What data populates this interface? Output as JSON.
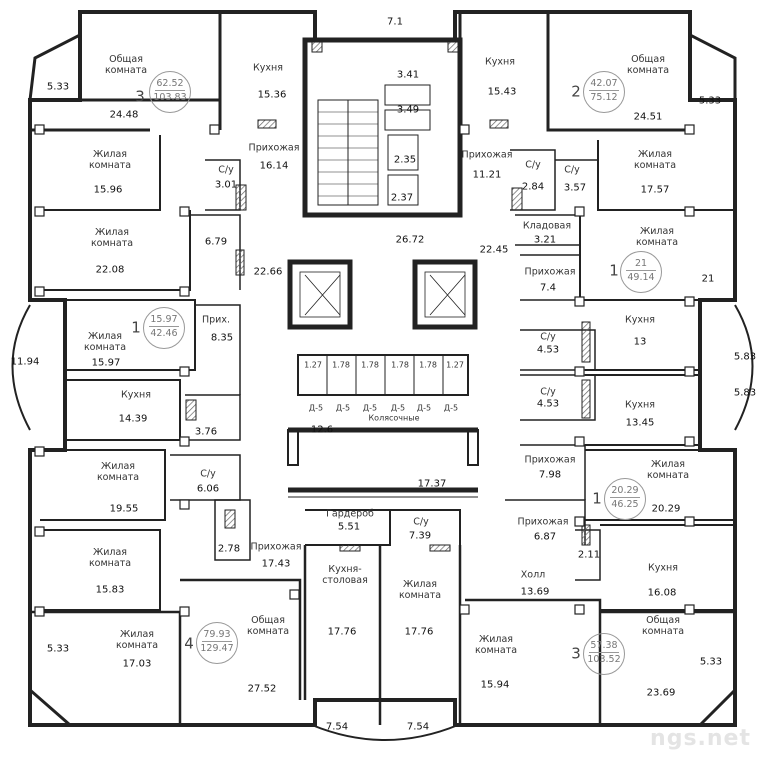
{
  "watermark": "ngs.net",
  "labels": {
    "stair_landing": "7.1",
    "w_3_41": "3.41",
    "w_3_49": "3.49",
    "w_2_35": "2.35",
    "w_2_37": "2.37",
    "hall_26_72": "26.72",
    "hall_22_45": "22.45",
    "hall_22_66": "22.66",
    "hall_12_6": "12.6",
    "hall_17_37": "17.37",
    "a3tl_common": "Общая\nкомната",
    "a3tl_common_area": "24.48",
    "a3tl_kitchen": "Кухня",
    "a3tl_kitchen_area": "15.36",
    "a3tl_balcony": "5.33",
    "a3tl_hall": "Прихожая",
    "a3tl_hall_area": "16.14",
    "a3tl_bath": "С/у",
    "a3tl_bath_area": "3.01",
    "a3tl_bath2_area": "6.79",
    "a3tl_living1": "Жилая\nкомната",
    "a3tl_living1_area": "15.96",
    "a3tl_living2": "Жилая\nкомната",
    "a3tl_living2_area": "22.08",
    "a2tr_kitchen": "Кухня",
    "a2tr_kitchen_area": "15.43",
    "a2tr_common": "Общая\nкомната",
    "a2tr_common_area": "24.51",
    "a2tr_balcony": "5.33",
    "a2tr_hall": "Прихожая",
    "a2tr_hall_area": "11.21",
    "a2tr_bath": "С/у",
    "a2tr_bath_area": "2.84",
    "a2tr_bath2": "С/у",
    "a2tr_bath2_area": "3.57",
    "a2tr_living": "Жилая\nкомната",
    "a2tr_living_area": "17.57",
    "a1r_storage": "Кладовая",
    "a1r_storage_area": "3.21",
    "a1r_living": "Жилая\nкомната",
    "a1r_living_area": "21",
    "a1r_hall": "Прихожая",
    "a1r_hall_area": "7.4",
    "a1r_kitchen": "Кухня",
    "a1r_kitchen_area": "13",
    "a1r_bath": "С/у",
    "a1r_bath_area": "4.53",
    "a1r_balcony": "5.83",
    "a1r_side": "21",
    "a1l_living": "Жилая\nкомната",
    "a1l_living_area": "15.97",
    "a1l_hall": "Прих.",
    "a1l_hall_area": "8.35",
    "a1l_balcony": "11.94",
    "a1l_kitchen": "Кухня",
    "a1l_kitchen_area": "14.39",
    "a1l_bath_area": "3.76",
    "a1r2_bath": "С/у",
    "a1r2_bath_area": "4.53",
    "a1r2_kitchen": "Кухня",
    "a1r2_kitchen_area": "13.45",
    "a1r2_balcony": "5.83",
    "a1r2_hall": "Прихожая",
    "a1r2_hall_area": "7.98",
    "a1r2_living": "Жилая\nкомната",
    "a1r2_living_area": "20.29",
    "a4_living1": "Жилая\nкомната",
    "a4_living1_area": "19.55",
    "a4_bath": "С/у",
    "a4_bath_area": "6.06",
    "a4_bath2_area": "2.78",
    "a4_hall": "Прихожая",
    "a4_hall_area": "17.43",
    "a4_living2": "Жилая\nкомната",
    "a4_living2_area": "15.83",
    "a4_living3": "Жилая\nкомната",
    "a4_living3_area": "17.03",
    "a4_balcony": "5.33",
    "a4_common": "Общая\nкомната",
    "a4_common_area": "27.52",
    "a4_wardrobe": "Гардероб",
    "a4_wardrobe_area": "5.51",
    "a4_kitchen": "Кухня-\nстоловая",
    "a4_kitchen_area": "17.76",
    "a4_loggia1": "7.54",
    "a3b_bath": "С/у",
    "a3b_bath_area": "7.39",
    "a3b_hall": "Прихожая",
    "a3b_hall_area": "6.87",
    "a3b_bath2_area": "2.11",
    "a3b_vestibule": "Холл",
    "a3b_vestibule_area": "13.69",
    "a3b_kitchen": "Кухня",
    "a3b_kitchen_area": "16.08",
    "a3b_living1": "Жилая\nкомната",
    "a3b_living1_area": "17.76",
    "a3b_living2": "Жилая\nкомната",
    "a3b_living2_area": "15.94",
    "a3b_common": "Общая\nкомната",
    "a3b_common_area": "23.69",
    "a3b_balcony": "5.33",
    "a3b_loggia": "7.54",
    "stroller_room": "Колясочные",
    "stroller_1": "1.27",
    "stroller_2": "1.78",
    "stroller_3": "1.78",
    "stroller_4": "1.78",
    "stroller_5": "1.78",
    "stroller_6": "1.27",
    "door_d5_1": "Д-5",
    "door_d5_2": "Д-5",
    "door_d5_3": "Д-5",
    "door_d5_4": "Д-5",
    "door_d5_5": "Д-5",
    "door_d5_6": "Д-5"
  },
  "apartments": [
    {
      "num": "3",
      "living": "62.52",
      "total": "103.83"
    },
    {
      "num": "2",
      "living": "42.07",
      "total": "75.12"
    },
    {
      "num": "1",
      "living": "21",
      "total": "49.14"
    },
    {
      "num": "1",
      "living": "15.97",
      "total": "42.46"
    },
    {
      "num": "1",
      "living": "20.29",
      "total": "46.25"
    },
    {
      "num": "4",
      "living": "79.93",
      "total": "129.47"
    },
    {
      "num": "3",
      "living": "57.38",
      "total": "103.52"
    }
  ]
}
